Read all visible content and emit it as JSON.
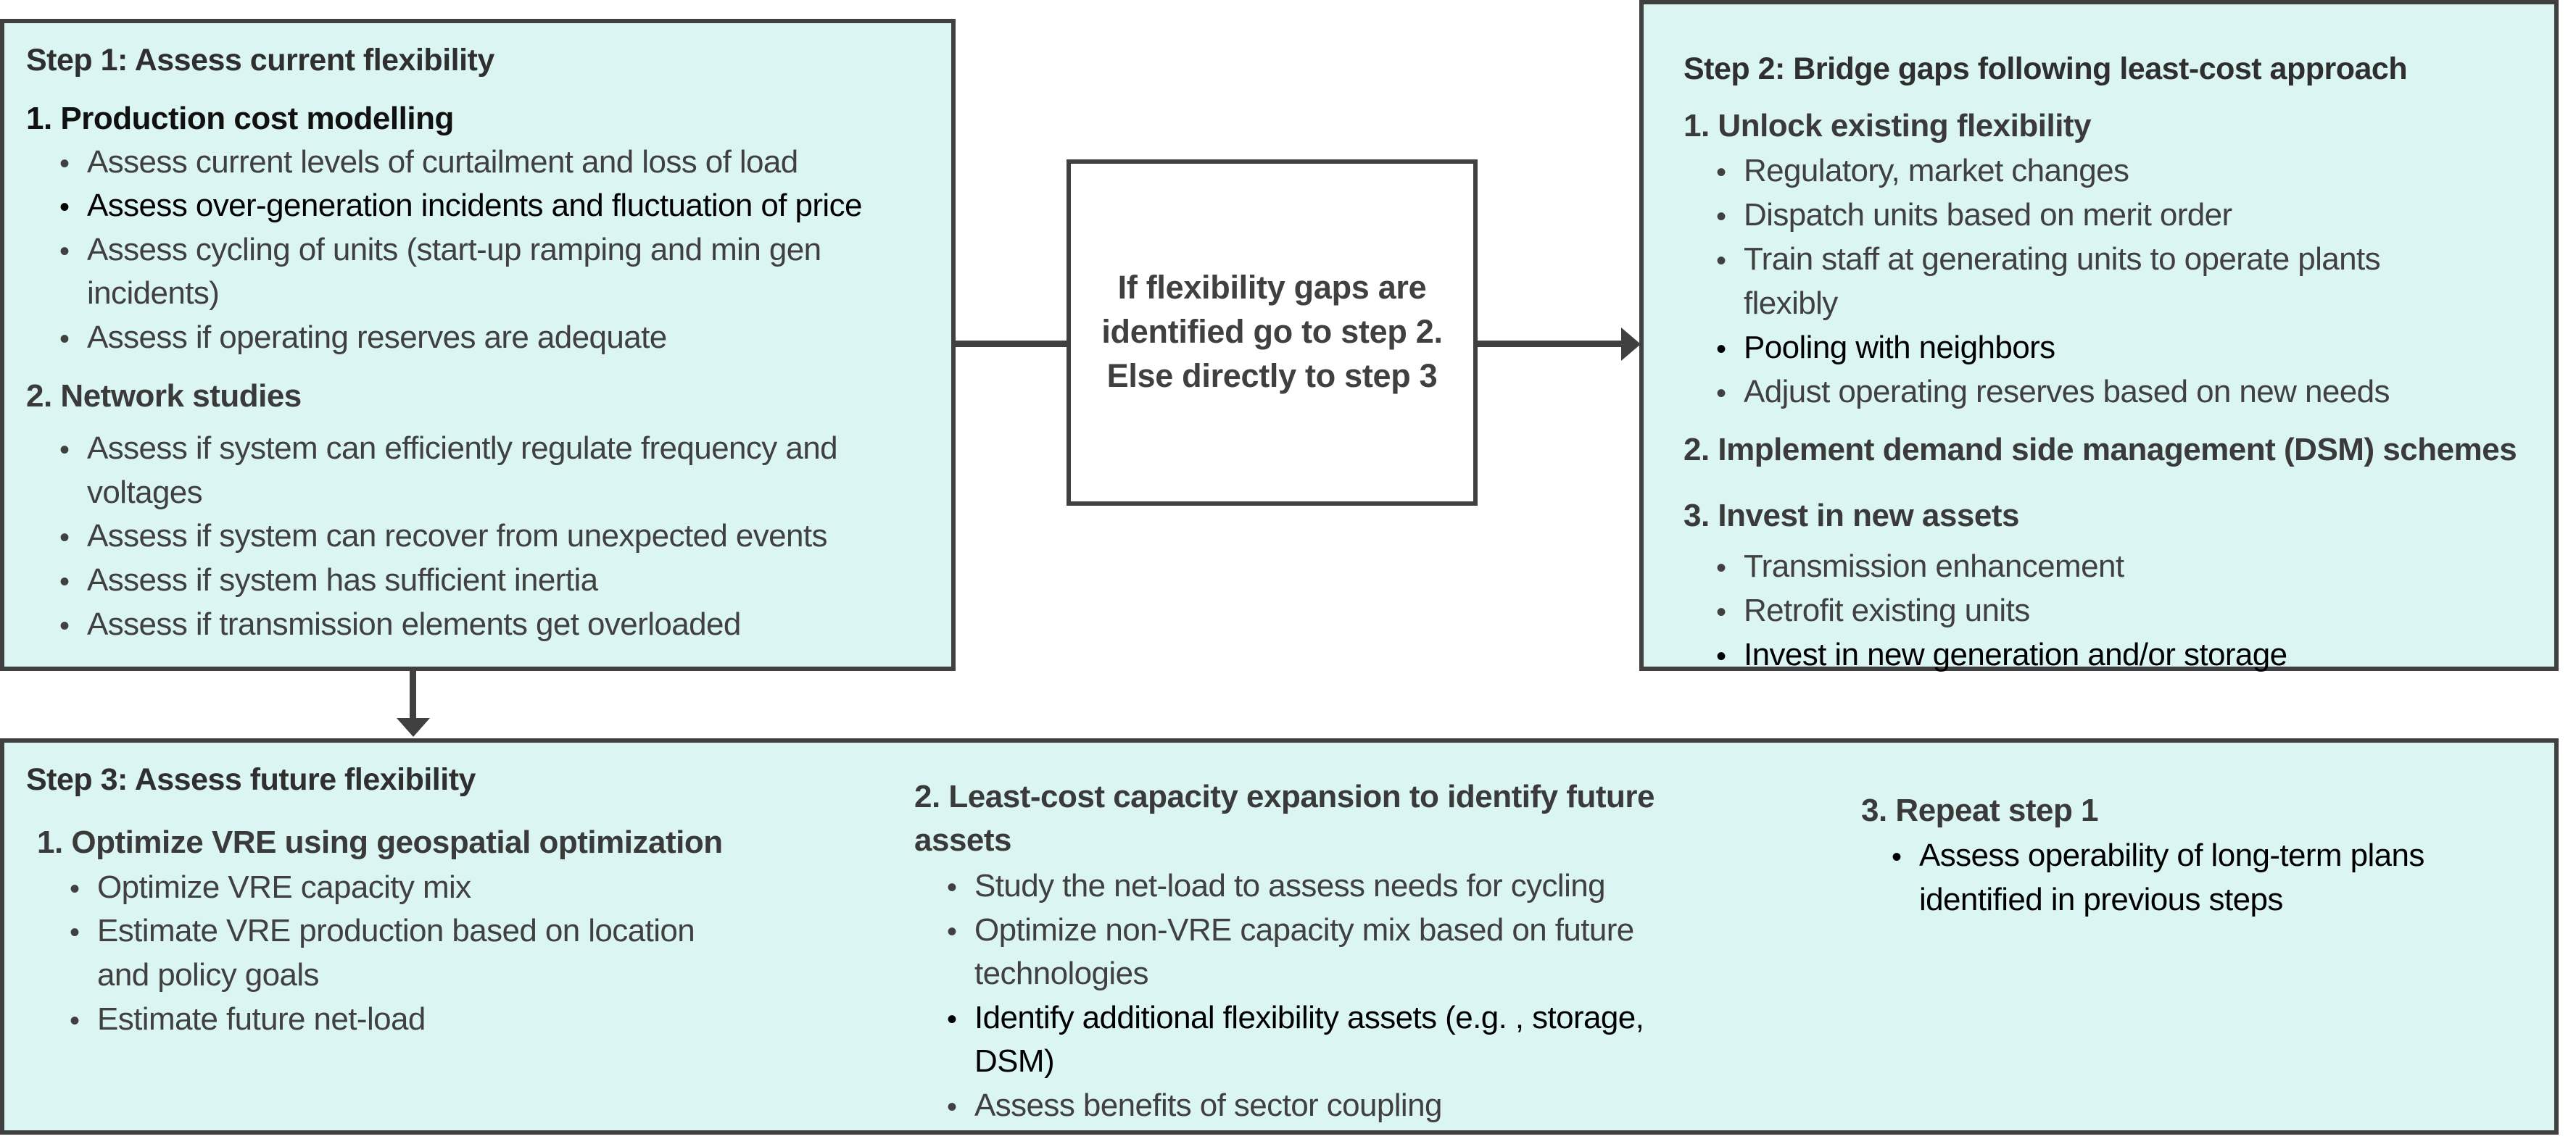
{
  "step1": {
    "title": "Step 1: Assess current flexibility",
    "sections": [
      {
        "heading": "1. Production cost modelling",
        "items": [
          {
            "text": "Assess current levels of curtailment and loss of load",
            "emphasis": false
          },
          {
            "text": "Assess over-generation incidents and fluctuation of price",
            "emphasis": true
          },
          {
            "text": "Assess cycling of units (start-up ramping and min gen",
            "emphasis": false
          },
          {
            "text": "incidents)",
            "emphasis": false,
            "continuation": true
          },
          {
            "text": "Assess if operating reserves are adequate",
            "emphasis": false
          }
        ]
      },
      {
        "heading": "2. Network studies",
        "items": [
          {
            "text": "Assess if system can efficiently regulate frequency and",
            "emphasis": false
          },
          {
            "text": "voltages",
            "emphasis": false,
            "continuation": true
          },
          {
            "text": "Assess if system can recover from unexpected events",
            "emphasis": false
          },
          {
            "text": "Assess if system has sufficient inertia",
            "emphasis": false
          },
          {
            "text": "Assess if transmission elements get overloaded",
            "emphasis": false
          }
        ]
      }
    ]
  },
  "decision": {
    "lines": [
      "If flexibility gaps are",
      "identified go to step 2.",
      "Else directly to step 3"
    ]
  },
  "step2": {
    "title": "Step 2: Bridge gaps following least-cost approach",
    "sections": [
      {
        "heading": "1. Unlock existing flexibility",
        "items": [
          {
            "text": "Regulatory, market changes",
            "emphasis": false
          },
          {
            "text": "Dispatch units based on merit order",
            "emphasis": false
          },
          {
            "text": "Train staff at generating units to operate plants",
            "emphasis": false
          },
          {
            "text": "flexibly",
            "emphasis": false,
            "continuation": true
          },
          {
            "text": "Pooling with neighbors",
            "emphasis": true
          },
          {
            "text": "Adjust operating reserves based on new needs",
            "emphasis": false
          }
        ]
      },
      {
        "heading": "2. Implement demand side management (DSM) schemes",
        "items": []
      },
      {
        "heading": "3. Invest in new assets",
        "items": [
          {
            "text": "Transmission enhancement",
            "emphasis": false
          },
          {
            "text": "Retrofit existing units",
            "emphasis": false
          },
          {
            "text": "Invest in new generation and/or storage",
            "emphasis": true
          }
        ]
      }
    ]
  },
  "step3": {
    "title": "Step 3: Assess future flexibility",
    "sections": [
      {
        "heading": "1. Optimize VRE using geospatial optimization",
        "items": [
          {
            "text": "Optimize VRE capacity mix",
            "emphasis": false
          },
          {
            "text": "Estimate VRE production based on location",
            "emphasis": false
          },
          {
            "text": "and policy goals",
            "emphasis": false,
            "continuation": true
          },
          {
            "text": "Estimate future net-load",
            "emphasis": false
          }
        ]
      },
      {
        "heading": "2. Least-cost capacity expansion to identify future",
        "heading_cont": "assets",
        "items": [
          {
            "text": "Study the net-load to assess needs for cycling",
            "emphasis": false
          },
          {
            "text": "Optimize non-VRE capacity mix based on future",
            "emphasis": false
          },
          {
            "text": "technologies",
            "emphasis": false,
            "continuation": true
          },
          {
            "text": "Identify additional flexibility assets (e.g. , storage,",
            "emphasis": true
          },
          {
            "text": "DSM)",
            "emphasis": true,
            "continuation": true
          },
          {
            "text": "Assess benefits of sector coupling",
            "emphasis": false
          }
        ]
      },
      {
        "heading": "3. Repeat step 1",
        "items": [
          {
            "text": "Assess operability of long-term plans",
            "emphasis": true
          },
          {
            "text": "identified in previous steps",
            "emphasis": true,
            "continuation": true
          }
        ]
      }
    ]
  },
  "colors": {
    "box_fill": "#dbf5f2",
    "border": "#404040",
    "text_gray": "#404040",
    "text_black": "#000000"
  },
  "icons": {
    "bullet": "•"
  }
}
